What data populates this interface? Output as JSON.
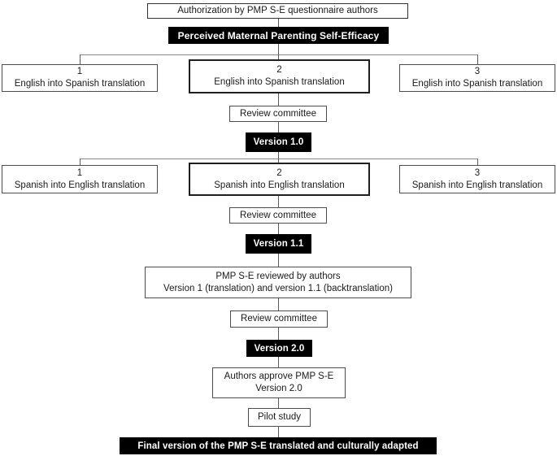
{
  "figure": {
    "type": "flowchart",
    "colors": {
      "background": "#ffffff",
      "box_fill": "#ffffff",
      "box_border": "#4d4d4d",
      "banner_fill": "#000000",
      "banner_text": "#ffffff",
      "connector": "#5a5a5a",
      "text": "#1a1a1a"
    }
  },
  "nodes": {
    "authorization": {
      "label": "Authorization by PMP S-E questionnaire authors"
    },
    "banner": {
      "label": "Perceived Maternal Parenting Self-Efficacy"
    },
    "forward": [
      {
        "num": "1",
        "label": "English into Spanish translation"
      },
      {
        "num": "2",
        "label": "English into Spanish translation"
      },
      {
        "num": "3",
        "label": "English into Spanish translation"
      }
    ],
    "review1": {
      "label": "Review committee"
    },
    "version10": {
      "label": "Version 1.0"
    },
    "back": [
      {
        "num": "1",
        "label": "Spanish into English translation"
      },
      {
        "num": "2",
        "label": "Spanish into English translation"
      },
      {
        "num": "3",
        "label": "Spanish into English translation"
      }
    ],
    "review2": {
      "label": "Review committee"
    },
    "version11": {
      "label": "Version 1.1"
    },
    "authors_review": {
      "line1": "PMP S-E reviewed by authors",
      "line2": "Version 1 (translation) and version 1.1 (backtranslation)"
    },
    "review3": {
      "label": "Review committee"
    },
    "version20": {
      "label": "Version 2.0"
    },
    "authors_approve": {
      "line1": "Authors approve PMP S-E",
      "line2": "Version 2.0"
    },
    "pilot": {
      "label": "Pilot study"
    },
    "final": {
      "label": "Final version of the PMP S-E translated and culturally adapted"
    }
  }
}
